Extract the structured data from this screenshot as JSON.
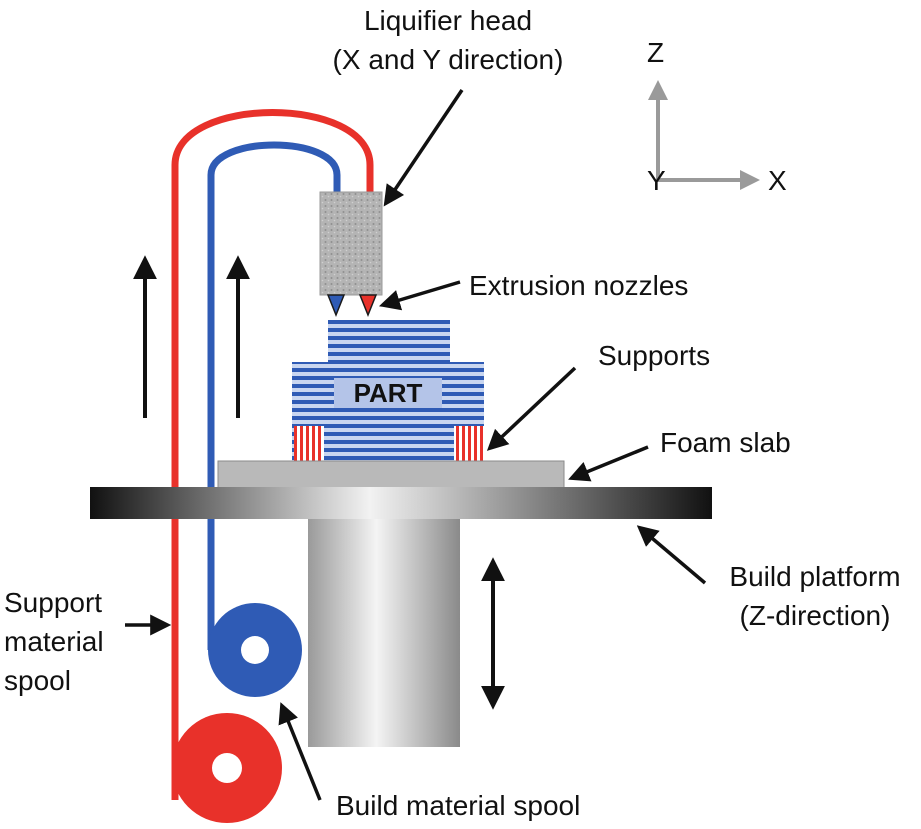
{
  "labels": {
    "liquifier_head_1": "Liquifier head",
    "liquifier_head_2": "(X and Y direction)",
    "extrusion_nozzles": "Extrusion nozzles",
    "supports": "Supports",
    "foam_slab": "Foam slab",
    "build_platform_1": "Build platform",
    "build_platform_2": "(Z-direction)",
    "support_spool_1": "Support",
    "support_spool_2": "material",
    "support_spool_3": "spool",
    "build_spool": "Build material spool",
    "part": "PART"
  },
  "axes": {
    "z": "Z",
    "y": "Y",
    "x": "X"
  },
  "colors": {
    "support_material": "#e8312a",
    "build_material": "#2f5bb5",
    "part_stripe": "#2f5bb5",
    "part_bg": "#c9d6f0",
    "axis_gray": "#9a9a9a"
  }
}
